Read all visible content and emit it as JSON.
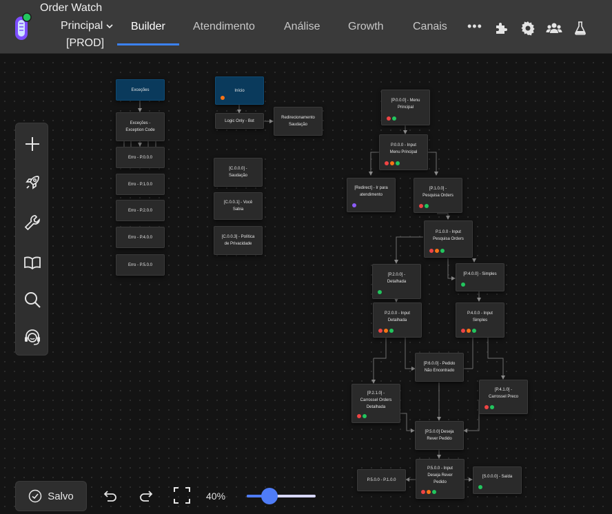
{
  "header": {
    "app_title": "Order Watch",
    "flow_name": "Principal",
    "environment": "[PROD]",
    "tabs": [
      {
        "label": "Builder",
        "active": true
      },
      {
        "label": "Atendimento",
        "active": false
      },
      {
        "label": "Análise",
        "active": false
      },
      {
        "label": "Growth",
        "active": false
      },
      {
        "label": "Canais",
        "active": false
      }
    ],
    "more_label": "•••",
    "icons": [
      "puzzle-icon",
      "gear-icon",
      "users-icon",
      "flask-icon"
    ]
  },
  "toolbar": {
    "items": [
      "add-icon",
      "rocket-icon",
      "wrench-icon",
      "book-icon",
      "search-icon",
      "support-icon"
    ]
  },
  "flow": {
    "nodes": {
      "excecoes": {
        "label": "Exceções"
      },
      "exception_code": {
        "label": "Exceções -\nException Code"
      },
      "erro_p0": {
        "label": "Erro - P.0.0.0"
      },
      "erro_p1": {
        "label": "Erro - P.1.0.0"
      },
      "erro_p2": {
        "label": "Erro - P.2.0.0"
      },
      "erro_p4": {
        "label": "Erro - P.4.0.0"
      },
      "erro_p5": {
        "label": "Erro - P.5.0.0"
      },
      "inicio": {
        "label": "Início",
        "dots": [
          "orange"
        ]
      },
      "logic_only": {
        "label": "Logic Only - Bot"
      },
      "redirecionamento": {
        "label": "Redirecionamento\nSaudação"
      },
      "c000": {
        "label": "[C.0.0.0] -\nSaudação"
      },
      "c001": {
        "label": "[C.0.0.1] - Você\nSabia"
      },
      "c003": {
        "label": "[C.0.0.3] - Política\nde Privacidade"
      },
      "p0000_menu": {
        "label": "[P.0.0.0] - Menu\nPrincipal",
        "dots": [
          "red",
          "green"
        ]
      },
      "p000_input": {
        "label": "P.0.0.0 - Input\nMenu Principal",
        "dots": [
          "red",
          "orange",
          "green"
        ]
      },
      "redirect": {
        "label": "[Redirect] - Ir para\natendimento",
        "dots": [
          "purple"
        ]
      },
      "p1000_pesq": {
        "label": "[P.1.0.0] -\nPesquisa Orders",
        "dots": [
          "red",
          "green"
        ]
      },
      "p100_input": {
        "label": "P.1.0.0 - Input\nPesquisa Orders",
        "dots": [
          "red",
          "orange",
          "green"
        ]
      },
      "p2000_det": {
        "label": "[P.2.0.0] -\nDetalhada",
        "dots": [
          "green"
        ]
      },
      "p4000_simples": {
        "label": "[P.4.0.0] - Simples",
        "dots": [
          "green"
        ]
      },
      "p200_input": {
        "label": "P.2.0.0 - Input\nDetalhada",
        "dots": [
          "red",
          "orange",
          "green"
        ]
      },
      "p400_input": {
        "label": "P.4.0.0 - Input\nSimples",
        "dots": [
          "red",
          "orange",
          "green"
        ]
      },
      "p6000_pedido": {
        "label": "[P.6.0.0] - Pedido\nNão Encontrado"
      },
      "p2100_carrossel": {
        "label": "[P.2.1.0] -\nCarrossel Orders\nDetalhada",
        "dots": [
          "red",
          "green"
        ]
      },
      "p4100_carrossel": {
        "label": "[P.4.1.0] -\nCarrossel Preco",
        "dots": [
          "red",
          "green"
        ]
      },
      "p5000_rever": {
        "label": "[P.5.0.0] Deseja\nRever Pedido"
      },
      "p500_input": {
        "label": "P.5.0.0 - Input\nDeseja Rever\nPedido",
        "dots": [
          "red",
          "orange",
          "green"
        ]
      },
      "p500_p100": {
        "label": "P.5.0.0 - P.1.0.0"
      },
      "s000_saida": {
        "label": "[S.0.0.0] - Saída",
        "dots": [
          "green"
        ]
      }
    }
  },
  "bottom": {
    "save_label": "Salvo",
    "zoom_label": "40%",
    "zoom_value": 0.4
  }
}
